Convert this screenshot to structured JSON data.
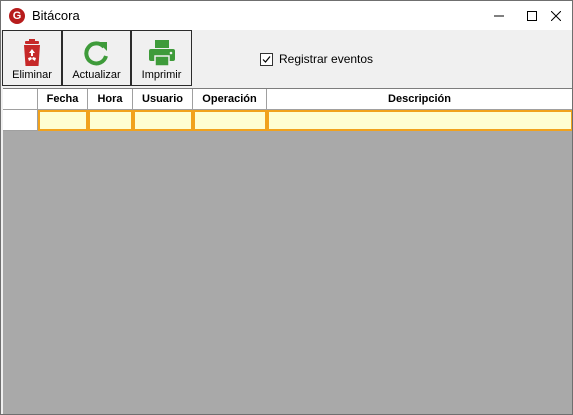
{
  "window": {
    "title": "Bitácora",
    "icon_letter": "G",
    "accent": "#b71c1c"
  },
  "toolbar": {
    "delete_label": "Eliminar",
    "refresh_label": "Actualizar",
    "print_label": "Imprimir",
    "log_events_label": "Registrar eventos",
    "log_events_checked": true
  },
  "grid": {
    "columns": [
      "Fecha",
      "Hora",
      "Usuario",
      "Operación",
      "Descripción"
    ],
    "selected_cell_border": "#f1a21d",
    "selected_cell_fill": "#fefed2",
    "empty_area_color": "#a9a9a9"
  },
  "icons": {
    "delete": "recycle-bin-icon",
    "refresh": "refresh-icon",
    "print": "printer-icon"
  }
}
